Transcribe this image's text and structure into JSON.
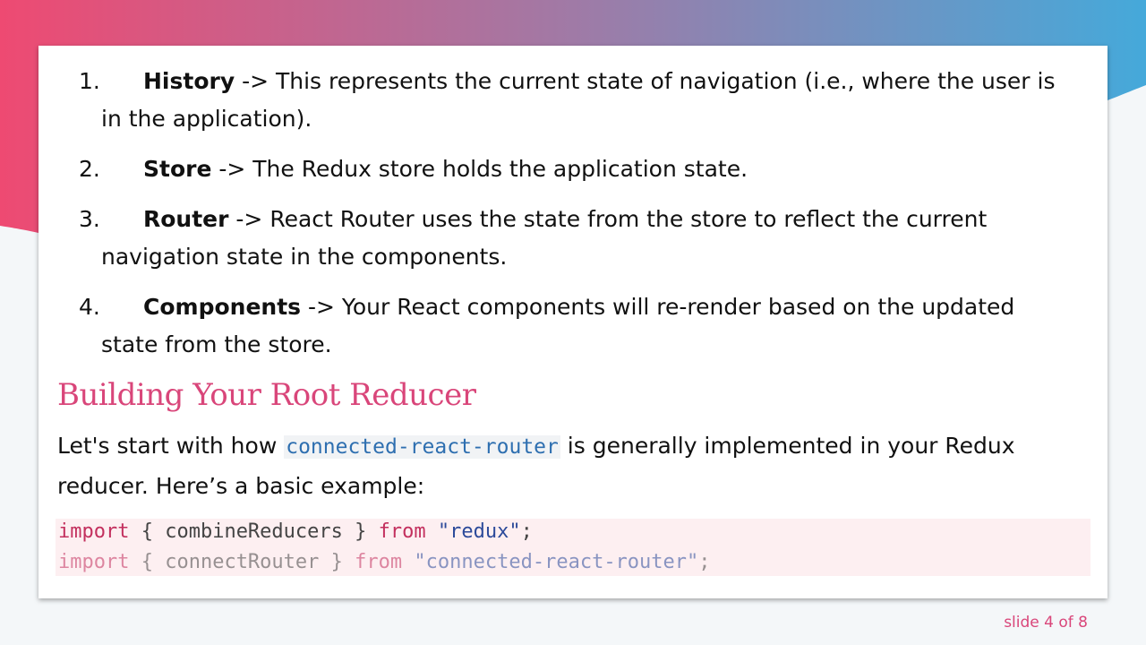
{
  "list": [
    {
      "num": "1.",
      "term": "History",
      "text": " -> This represents the current state of navigation (i.e., where the user is",
      "cont": "in the application)."
    },
    {
      "num": "2.",
      "term": "Store",
      "text": " -> The Redux store holds the application state.",
      "cont": ""
    },
    {
      "num": "3.",
      "term": "Router",
      "text": " -> React Router uses the state from the store to reflect the current",
      "cont": "navigation state in the components."
    },
    {
      "num": "4.",
      "term": "Components",
      "text": " -> Your React components will re-render based on the updated",
      "cont": "state from the store."
    }
  ],
  "section": {
    "heading": "Building Your Root Reducer",
    "para_before": "Let's start with how ",
    "para_code": "connected-react-router",
    "para_after": " is generally implemented in your Redux reducer. Here’s a basic example:"
  },
  "code": {
    "line1": {
      "kw1": "import",
      "p1": " { combineReducers } ",
      "kw2": "from",
      "p2": " ",
      "str": "\"redux\"",
      "end": ";"
    },
    "line2": {
      "first": "i",
      "kw1": "mport",
      "p1": " { connectRouter } ",
      "kw2": "from",
      "p2": " ",
      "str": "\"connected-react-router\"",
      "end": ";"
    }
  },
  "footer": {
    "slide_label": "slide 4 of 8"
  },
  "colors": {
    "accent": "#d9467a",
    "gradient_start": "#ee4a72",
    "gradient_end": "#45a9da"
  }
}
